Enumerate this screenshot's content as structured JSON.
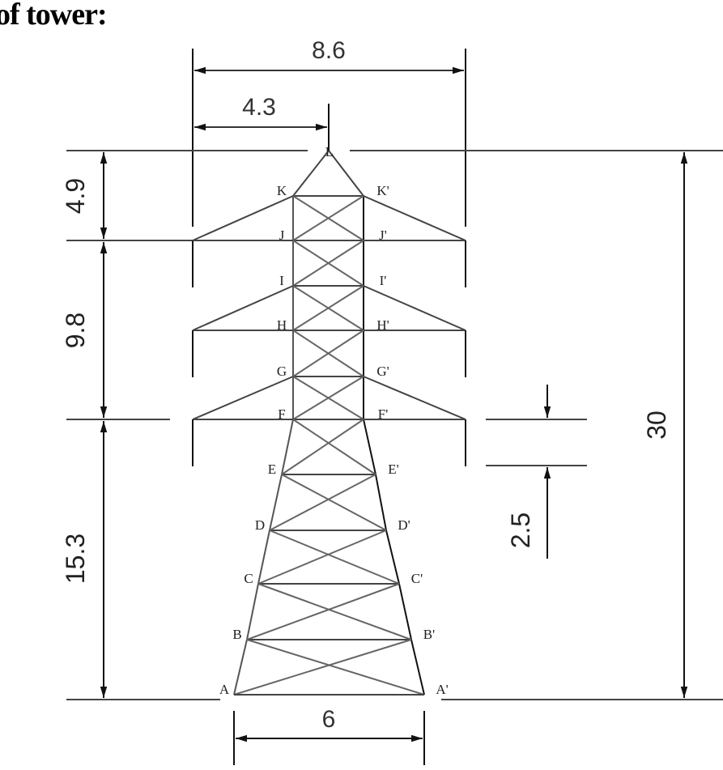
{
  "title": "of tower:",
  "nodes": {
    "top": "L",
    "left": [
      "K",
      "J",
      "I",
      "H",
      "G",
      "F",
      "E",
      "D",
      "C",
      "B",
      "A"
    ],
    "right": [
      "K'",
      "J'",
      "I'",
      "H'",
      "G'",
      "F'",
      "E'",
      "D'",
      "C'",
      "B'",
      "A'"
    ]
  },
  "dimensions": {
    "arm_span": "8.6",
    "half_span": "4.3",
    "top_height": "4.9",
    "middle_height": "9.8",
    "bottom_height": "15.3",
    "total_height": "30",
    "arm_drop": "2.5",
    "base_width": "6"
  }
}
